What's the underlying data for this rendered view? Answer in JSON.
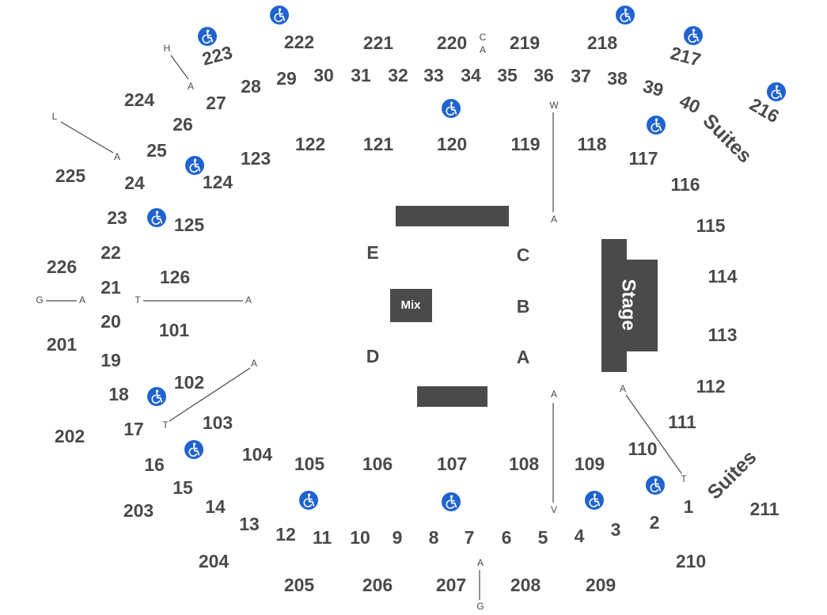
{
  "colors": {
    "text": "#4a4a4a",
    "block": "#4a4a4a",
    "accessible": "#1f63cf",
    "background": "#ffffff"
  },
  "stage": {
    "label": "Stage"
  },
  "mix": {
    "label": "Mix"
  },
  "floor_sections": [
    "A",
    "B",
    "C",
    "D",
    "E"
  ],
  "suites_label": "Suites",
  "upper_sections": [
    "201",
    "202",
    "203",
    "204",
    "205",
    "206",
    "207",
    "208",
    "209",
    "210",
    "211",
    "216",
    "217",
    "218",
    "219",
    "220",
    "221",
    "222",
    "223",
    "224",
    "225",
    "226"
  ],
  "lower_sections": [
    "101",
    "102",
    "103",
    "104",
    "105",
    "106",
    "107",
    "108",
    "109",
    "110",
    "111",
    "112",
    "113",
    "114",
    "115",
    "116",
    "117",
    "118",
    "119",
    "120",
    "121",
    "122",
    "123",
    "124",
    "125",
    "126"
  ],
  "suite_numbers": [
    "1",
    "2",
    "3",
    "4",
    "5",
    "6",
    "7",
    "8",
    "9",
    "10",
    "11",
    "12",
    "13",
    "14",
    "15",
    "16",
    "17",
    "18",
    "19",
    "20",
    "21",
    "22",
    "23",
    "24",
    "25",
    "26",
    "27",
    "28",
    "29",
    "30",
    "31",
    "32",
    "33",
    "34",
    "35",
    "36",
    "37",
    "38",
    "39",
    "40"
  ],
  "row_markers": [
    "H",
    "A",
    "L",
    "A",
    "G",
    "A",
    "T",
    "A",
    "A",
    "T",
    "C",
    "A",
    "W",
    "A",
    "A",
    "V",
    "A",
    "T",
    "A",
    "G"
  ],
  "accessible_icon": "wheelchair-icon"
}
